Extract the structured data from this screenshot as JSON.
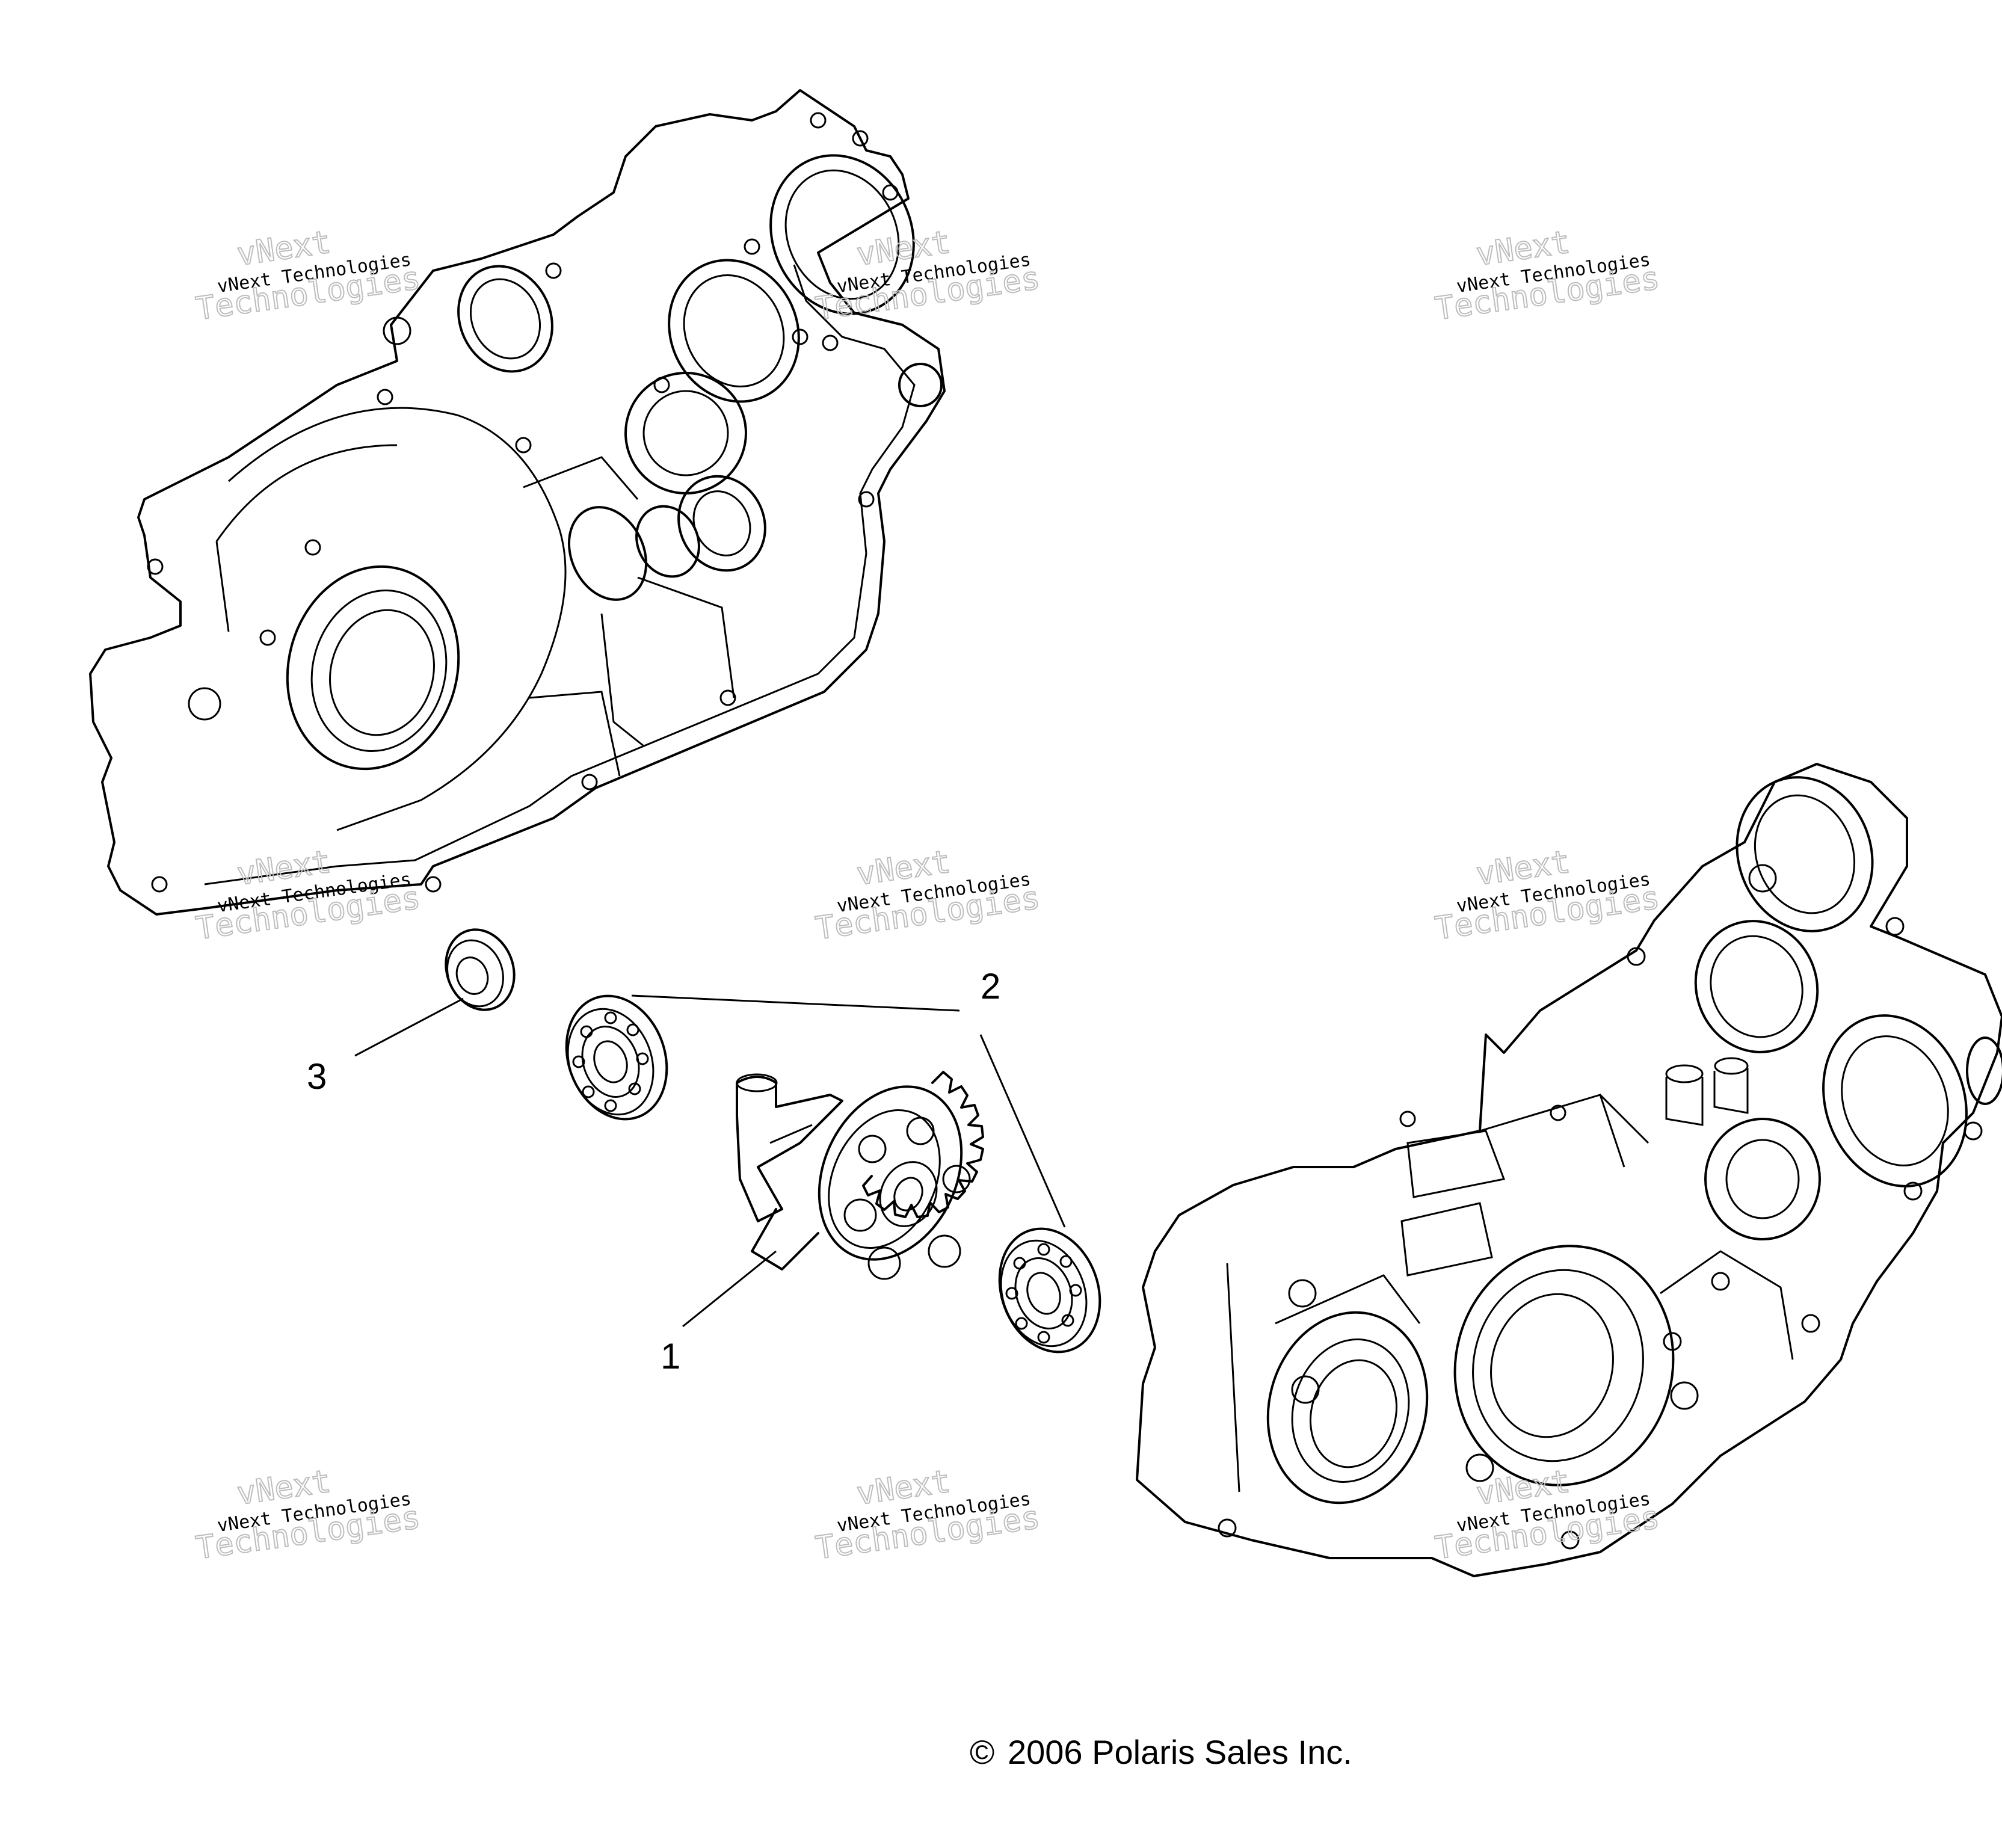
{
  "callouts": [
    {
      "label": "1"
    },
    {
      "label": "2"
    },
    {
      "label": "3"
    }
  ],
  "watermark": {
    "line1": "vNext Technologies",
    "line2": "vNext",
    "line3": "Technologies"
  },
  "copyright": {
    "symbol": "©",
    "text": "2006 Polaris Sales Inc."
  }
}
